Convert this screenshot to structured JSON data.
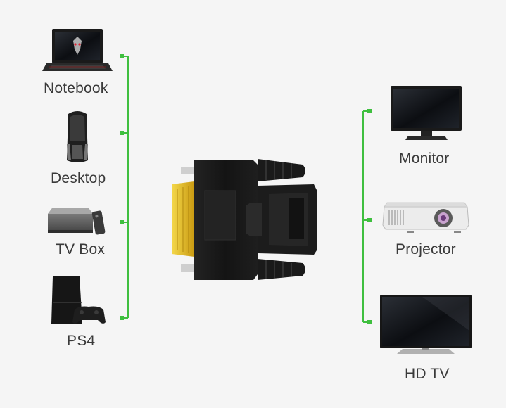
{
  "left_devices": [
    {
      "label": "Notebook",
      "icon": "laptop-icon"
    },
    {
      "label": "Desktop",
      "icon": "desktop-tower-icon"
    },
    {
      "label": "TV Box",
      "icon": "tv-box-icon"
    },
    {
      "label": "PS4",
      "icon": "game-console-icon"
    }
  ],
  "right_devices": [
    {
      "label": "Monitor",
      "icon": "monitor-icon"
    },
    {
      "label": "Projector",
      "icon": "projector-icon"
    },
    {
      "label": "HD TV",
      "icon": "hdtv-icon"
    }
  ],
  "center": {
    "icon": "dvi-to-hdmi-adapter-icon"
  },
  "colors": {
    "connector_line": "#3fbf3f",
    "device_dark": "#1c1c1c",
    "gold_pins": "#e8c21a",
    "background": "#f5f5f5",
    "label_text": "#3a3a3a"
  }
}
